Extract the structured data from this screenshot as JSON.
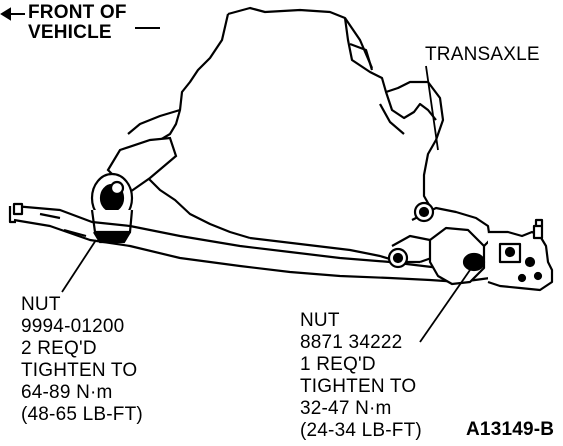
{
  "direction_label": {
    "line1": "FRONT OF",
    "line2": "VEHICLE"
  },
  "component_label": "TRANSAXLE",
  "callout_left": {
    "lines": [
      "NUT",
      "9994-01200",
      "2 REQ'D",
      "TIGHTEN TO",
      "64-89 N·m",
      "(48-65 LB-FT)"
    ]
  },
  "callout_right": {
    "lines": [
      "NUT",
      "8871 34222",
      "1 REQ'D",
      "TIGHTEN TO",
      "32-47 N·m",
      "(24-34 LB-FT)"
    ]
  },
  "figure_id": "A13149-B",
  "colors": {
    "ink": "#000000",
    "paper": "#ffffff",
    "shade": "#1a1a1a"
  }
}
